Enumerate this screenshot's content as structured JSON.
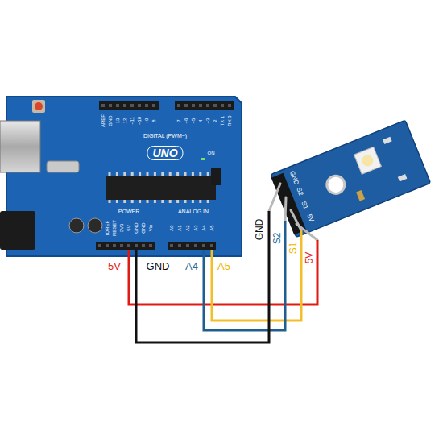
{
  "diagram": {
    "labels": [
      "5V",
      "GND",
      "A4",
      "A5",
      "GND",
      "S2",
      "S1",
      "5V",
      "GND",
      "S2",
      "S1",
      "5V",
      "UNO",
      "DIGITAL (PWM~)",
      "ON",
      "POWER",
      "ANALOG IN",
      "AREF",
      "GND",
      "13",
      "12",
      "~11",
      "~10",
      "~9",
      "8",
      "7",
      "~6",
      "~5",
      "4",
      "~3",
      "2",
      "TX 1",
      "RX 0",
      "IOREF",
      "RESET",
      "3V3",
      "5V",
      "GND",
      "GND",
      "Vin",
      "A0",
      "A1",
      "A2",
      "A3",
      "A4",
      "A5"
    ]
  }
}
